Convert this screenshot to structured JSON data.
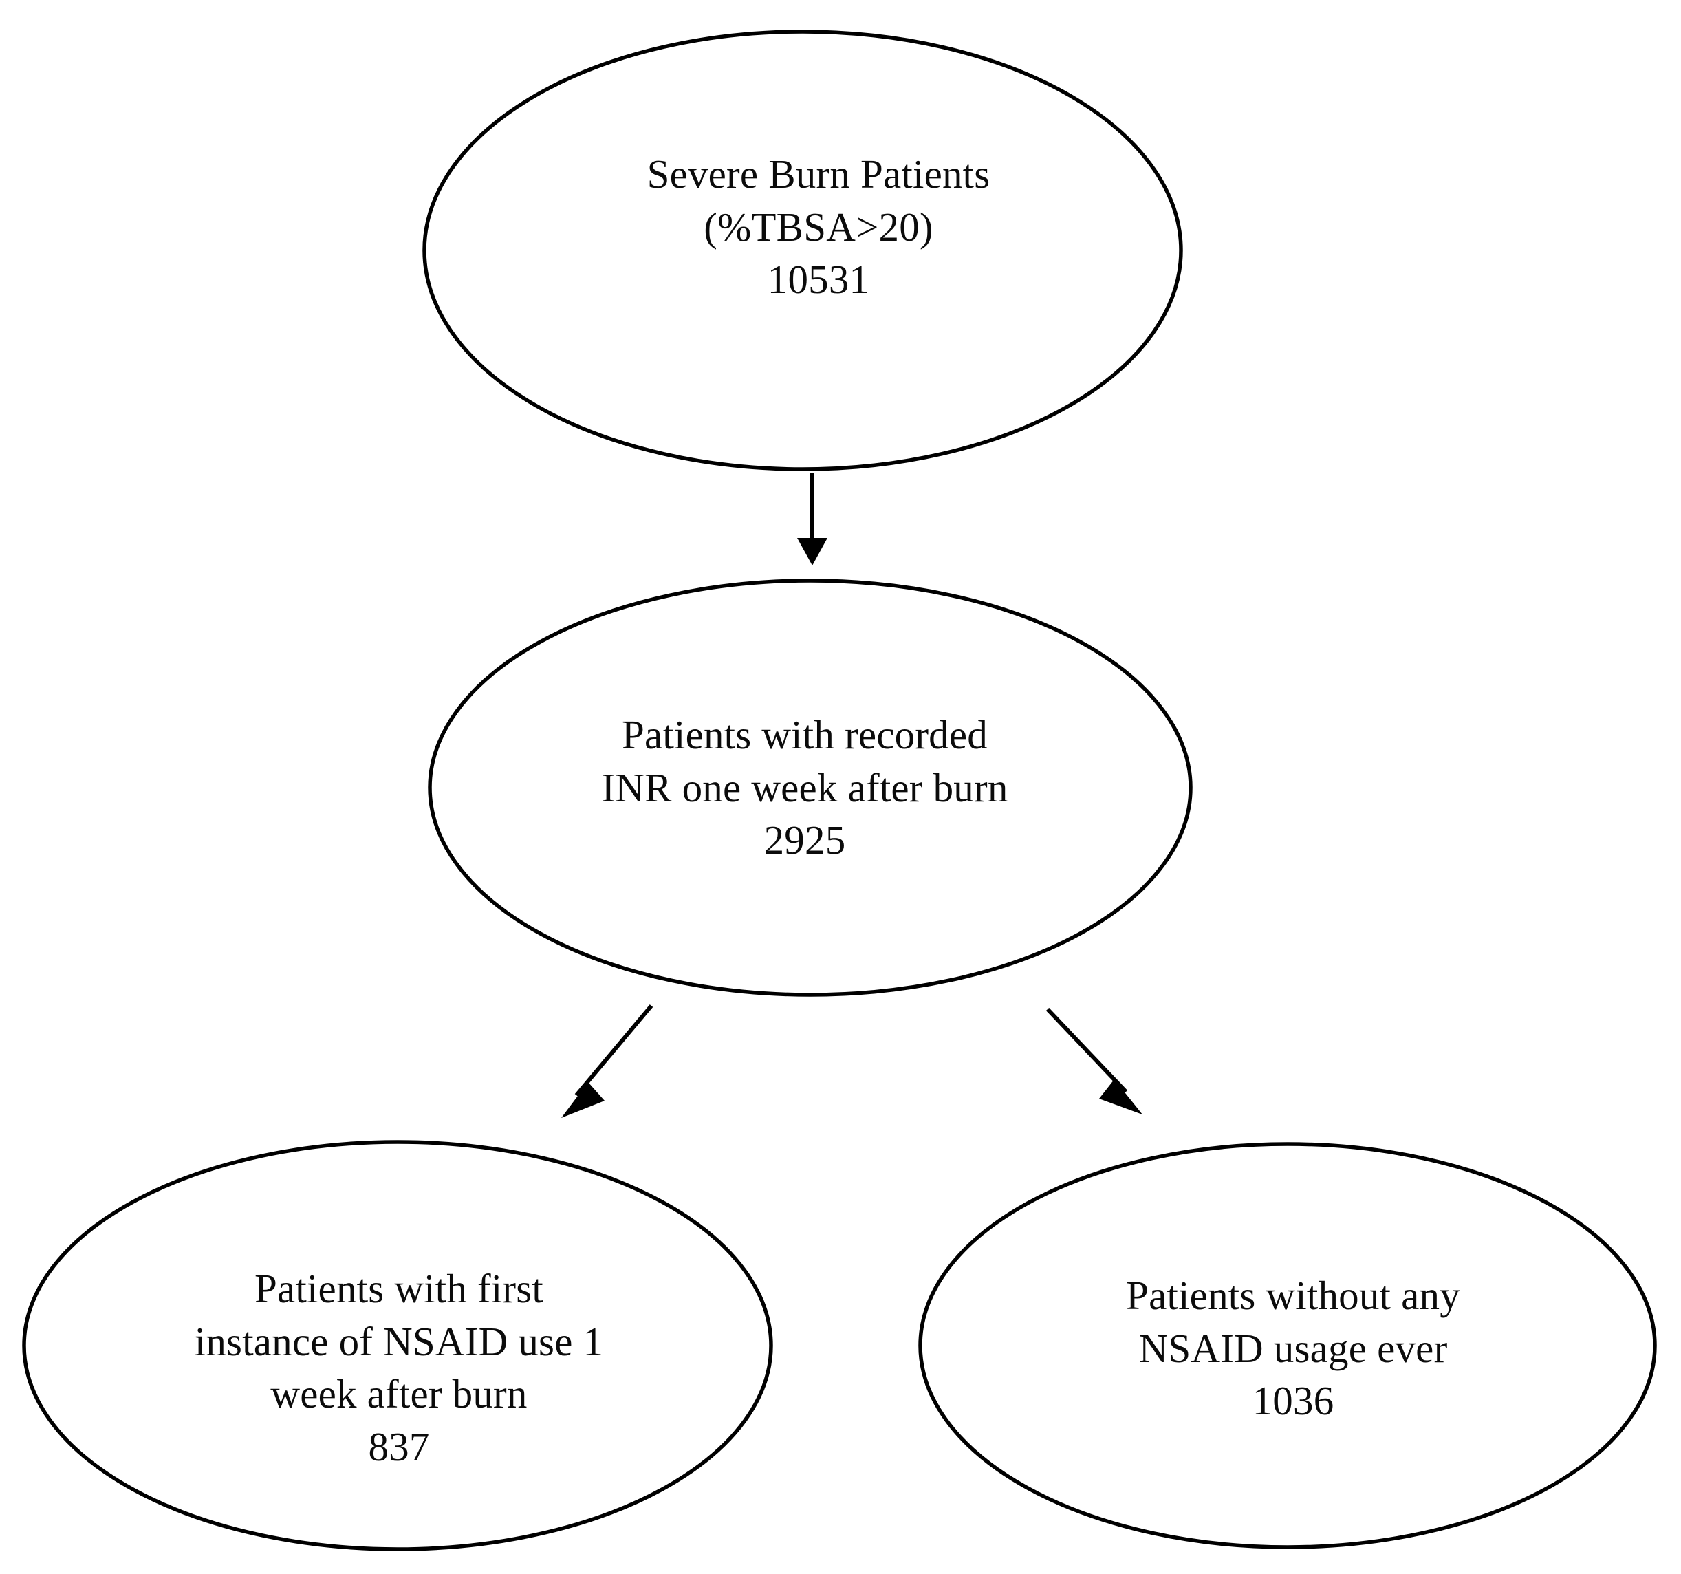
{
  "diagram": {
    "type": "flowchart",
    "title": "Patient selection flow diagram",
    "shape": "ellipse",
    "stroke_color": "#000000",
    "fill_color": "#ffffff",
    "background_color": "#ffffff",
    "nodes": [
      {
        "id": "severe-burn-patients",
        "lines": [
          "Severe Burn Patients",
          "(%TBSA>20)",
          "10531"
        ],
        "line1": "Severe Burn Patients",
        "line2": "(%TBSA>20)",
        "count": "10531"
      },
      {
        "id": "patients-with-recorded-inr",
        "lines": [
          "Patients with recorded",
          "INR one week after burn",
          "2925"
        ],
        "line1": "Patients with recorded",
        "line2": "INR one week after burn",
        "count": "2925"
      },
      {
        "id": "patients-first-nsaid-use",
        "lines": [
          "Patients with first",
          "instance of NSAID use 1",
          "week after burn",
          "837"
        ],
        "line1": "Patients with first",
        "line2": "instance of NSAID use 1",
        "line3": "week after burn",
        "count": "837"
      },
      {
        "id": "patients-without-nsaid",
        "lines": [
          "Patients without any",
          "NSAID usage ever",
          "1036"
        ],
        "line1": "Patients without any",
        "line2": "NSAID usage ever",
        "count": "1036"
      }
    ],
    "edges": [
      {
        "id": "edge-top-to-middle",
        "from": "severe-burn-patients",
        "to": "patients-with-recorded-inr",
        "direction": "down"
      },
      {
        "id": "edge-middle-to-left",
        "from": "patients-with-recorded-inr",
        "to": "patients-first-nsaid-use",
        "direction": "down-left"
      },
      {
        "id": "edge-middle-to-right",
        "from": "patients-with-recorded-inr",
        "to": "patients-without-nsaid",
        "direction": "down-right"
      }
    ]
  }
}
